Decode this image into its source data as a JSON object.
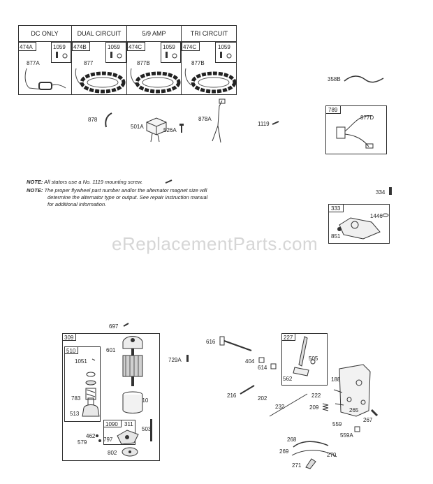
{
  "watermark": "eReplacementParts.com",
  "stator_table": {
    "columns": [
      {
        "header": "DC ONLY",
        "part": "474A",
        "screw": "1059",
        "stator": "877A"
      },
      {
        "header": "DUAL CIRCUIT",
        "part": "474B",
        "screw": "1059",
        "stator": "877"
      },
      {
        "header": "5/9 AMP",
        "part": "474C",
        "screw": "1059",
        "stator": "877B"
      },
      {
        "header": "TRI CIRCUIT",
        "part": "474C",
        "screw": "1059",
        "stator": "877B"
      }
    ]
  },
  "notes": {
    "label": "NOTE:",
    "line1": "All stators use a No. 1119 mounting screw.",
    "line2a": "The proper flywheel part number and/or the alternator magnet size will",
    "line2b": "determine the alternator type or output. See repair instruction manual",
    "line2c": "for additional information."
  },
  "parts": {
    "p878": "878",
    "p501A": "501A",
    "p526A": "526A",
    "p878A": "878A",
    "p1119": "1119",
    "p358B": "358B",
    "box789": "789",
    "p877D": "877D",
    "p334": "334",
    "box333": "333",
    "p1446": "1446",
    "p851": "851",
    "p697": "697",
    "box309": "309",
    "box510": "510",
    "p1051": "1051",
    "p601": "601",
    "p783": "783",
    "p513": "513",
    "p310": "310",
    "box1090": "1090",
    "p311": "311",
    "p503": "503",
    "p462": "462",
    "p579": "579",
    "p797": "797",
    "p802": "802",
    "p729A": "729A",
    "p616": "616",
    "p404": "404",
    "p614": "614",
    "box227": "227",
    "p505": "505",
    "p562": "562",
    "p188": "188",
    "p216": "216",
    "p202": "202",
    "p232": "232",
    "p222": "222",
    "p209": "209",
    "p265": "265",
    "p267": "267",
    "p559": "559",
    "p559A": "559A",
    "p268": "268",
    "p269": "269",
    "p270": "270",
    "p271": "271"
  }
}
